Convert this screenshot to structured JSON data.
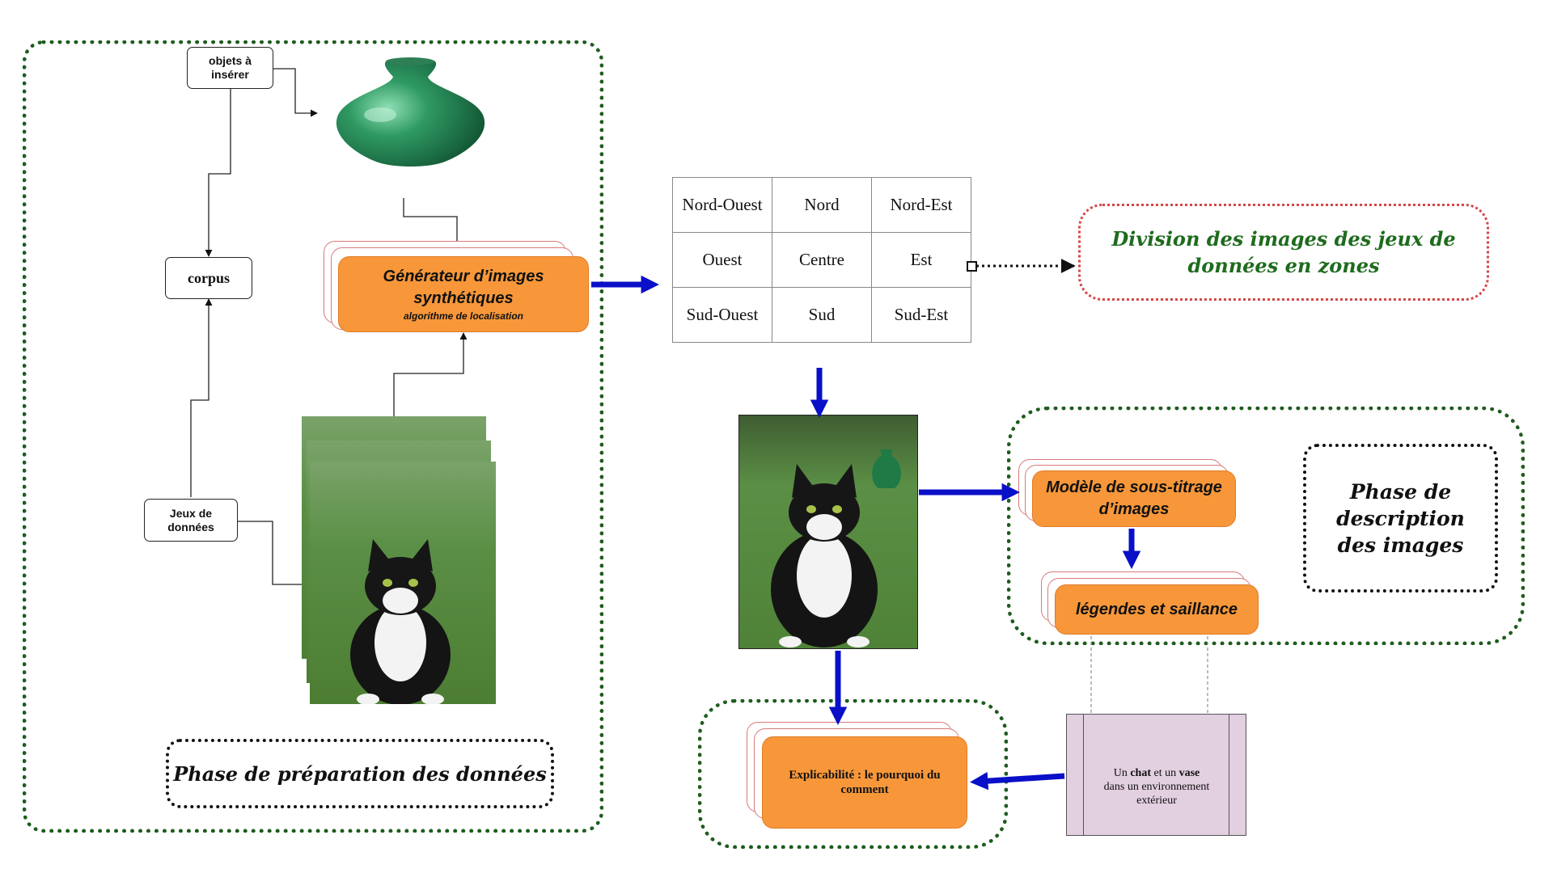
{
  "colors": {
    "phase_border": "#1e5c1e",
    "division_border": "#d64646",
    "division_text": "#1e6b1e",
    "orange_fill": "#f7973a",
    "arrow_blue": "#0a0fc8",
    "caption_fill": "#e2cfe0"
  },
  "preparation": {
    "objects_label": "objets à\ninsérer",
    "corpus_label": "corpus",
    "datasets_label": "Jeux de\ndonnées",
    "generator_title": "Générateur d’images\nsynthétiques",
    "generator_subtitle": "algorithme de localisation",
    "phase_title": "Phase de préparation des données",
    "vase_image": "green-vase",
    "cat_image": "black-white-cat"
  },
  "zones": {
    "rows": [
      [
        "Nord-Ouest",
        "Nord",
        "Nord-Est"
      ],
      [
        "Ouest",
        "Centre",
        "Est"
      ],
      [
        "Sud-Ouest",
        "Sud",
        "Sud-Est"
      ]
    ],
    "division_text": "Division des images des jeux de données en zones"
  },
  "composite_image": "cat-with-vase",
  "description": {
    "captioning_model": "Modèle de sous-titrage\nd’images",
    "captions_saliency": "légendes et saillance",
    "phase_title": "Phase de description des images"
  },
  "explicability": {
    "label": "Explicabilité : le pourquoi du comment"
  },
  "caption_note": {
    "t1": "Un ",
    "b1": "chat",
    "t2": " et un ",
    "b2": "vase",
    "t3": "dans un environnement\nextérieur"
  }
}
